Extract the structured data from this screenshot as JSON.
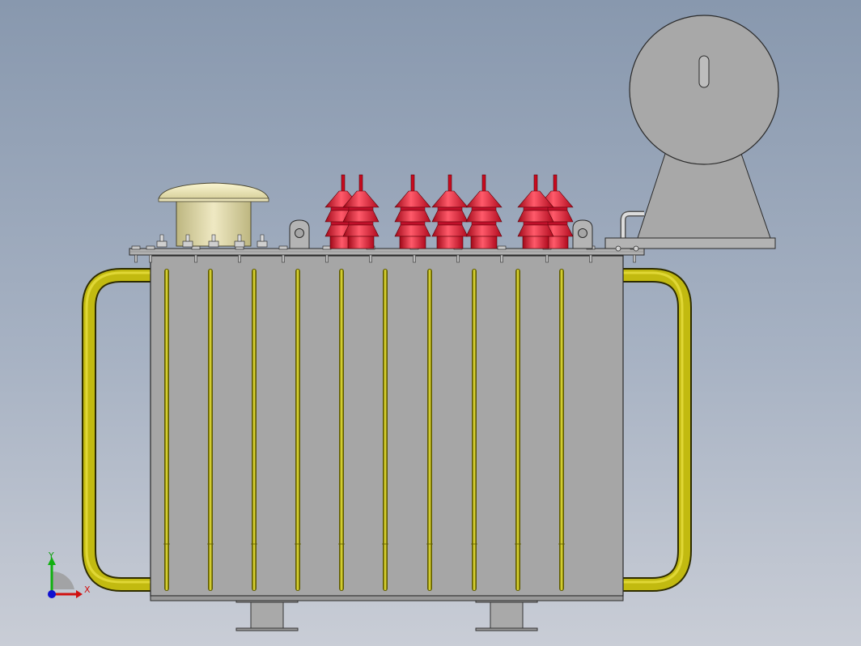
{
  "viewport": {
    "background_top": "#8898ae",
    "background_bottom": "#c9cdd6"
  },
  "model": {
    "tank_color": "#a7a7a7",
    "fin_color": "#d8d21a",
    "pipe_color": "#b8b000",
    "bushing_color": "#e01a32",
    "breather_color": "#dcd7a8",
    "conservator_color": "#a8a8a8",
    "fin_count": 10,
    "bushing_count": 7
  },
  "triad": {
    "x_label": "X",
    "y_label": "Y",
    "x_color": "#d01010",
    "y_color": "#10b010",
    "z_color": "#1010d0"
  }
}
